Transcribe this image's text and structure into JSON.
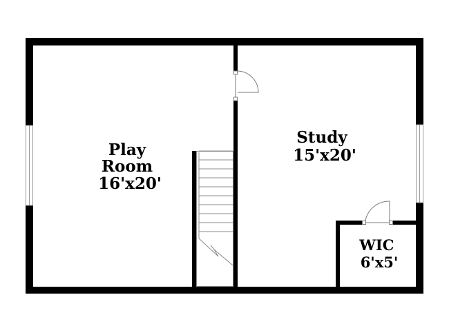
{
  "floor_plan": {
    "rooms": [
      {
        "id": "play-room",
        "lines": [
          "Play",
          "Room",
          "16'x20'"
        ]
      },
      {
        "id": "study",
        "lines": [
          "Study",
          "15'x20'"
        ]
      },
      {
        "id": "wic",
        "lines": [
          "WIC",
          "6'x5'"
        ]
      }
    ],
    "colors": {
      "wall": "#000000",
      "background": "#ffffff",
      "window": "#9a9a9a",
      "fixture": "#8c8c8c"
    }
  }
}
